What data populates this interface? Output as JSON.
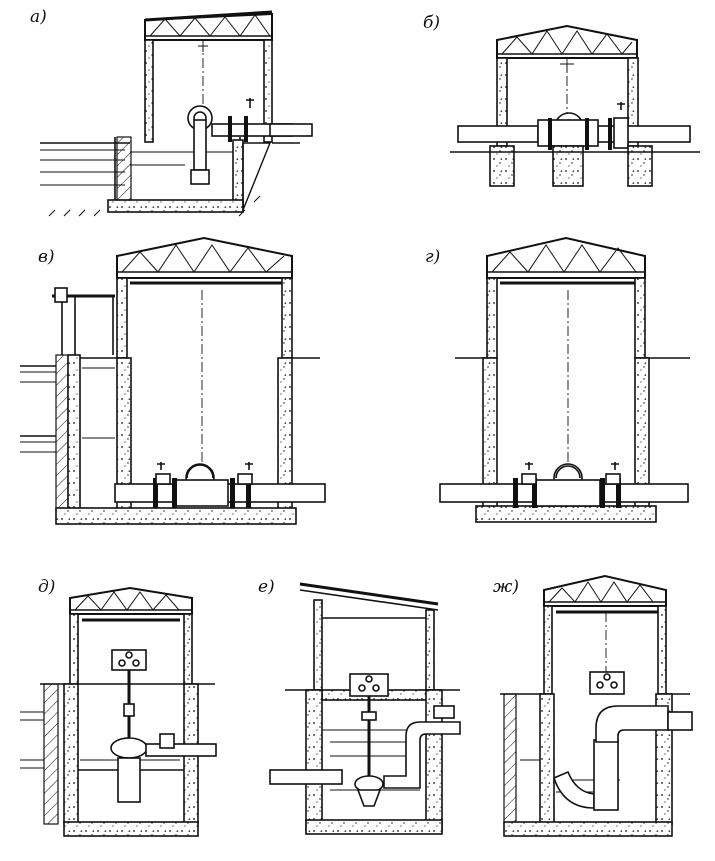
{
  "panels": [
    {
      "id": "a",
      "label": "а)"
    },
    {
      "id": "b",
      "label": "б)"
    },
    {
      "id": "v",
      "label": "в)"
    },
    {
      "id": "g",
      "label": "г)"
    },
    {
      "id": "d",
      "label": "д)"
    },
    {
      "id": "e",
      "label": "е)"
    },
    {
      "id": "zh",
      "label": "ж)"
    }
  ]
}
